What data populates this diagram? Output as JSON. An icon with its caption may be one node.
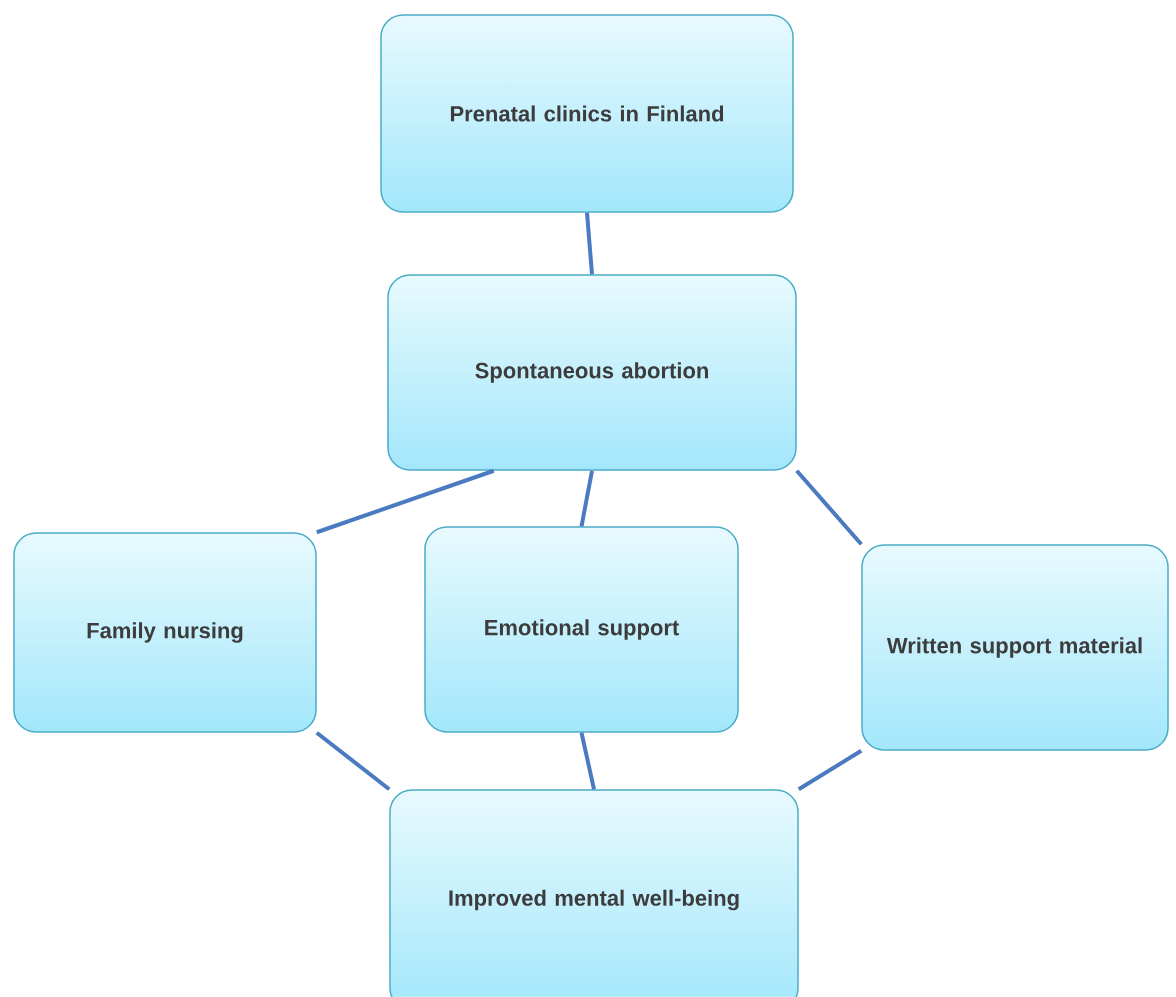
{
  "diagram": {
    "nodes": [
      {
        "text": [
          "Prenatal clinics in Finland"
        ]
      },
      {
        "text": [
          "Spontaneous abortion"
        ]
      },
      {
        "text": [
          "Family nursing"
        ]
      },
      {
        "text": [
          "Emotional support"
        ]
      },
      {
        "text": [
          "Written support material"
        ]
      },
      {
        "text": [
          "Improved mental well-being"
        ]
      }
    ],
    "edges": [
      {
        "from": 0,
        "to": 1,
        "arrow": "none"
      },
      {
        "from": 1,
        "to": 2,
        "arrow": "none"
      },
      {
        "from": 1,
        "to": 3,
        "arrow": "none"
      },
      {
        "from": 1,
        "to": 4,
        "arrow": "none"
      },
      {
        "from": 2,
        "to": 5,
        "arrow": "none"
      },
      {
        "from": 3,
        "to": 5,
        "arrow": "none"
      },
      {
        "from": 4,
        "to": 5,
        "arrow": "none"
      }
    ]
  }
}
